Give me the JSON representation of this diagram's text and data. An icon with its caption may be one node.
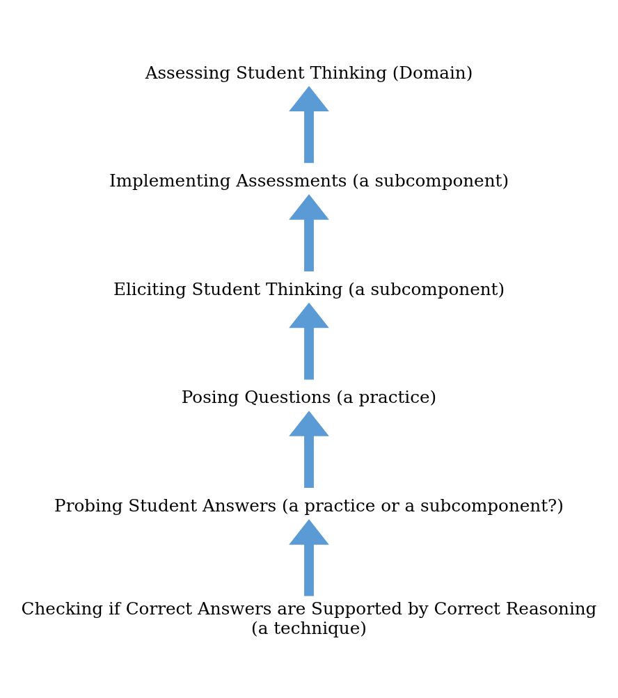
{
  "diagram": {
    "nodes": [
      {
        "text": [
          "Assessing Student Thinking (Domain)"
        ]
      },
      {
        "text": [
          "Implementing Assessments (a subcomponent)"
        ]
      },
      {
        "text": [
          "Eliciting Student Thinking (a subcomponent)"
        ]
      },
      {
        "text": [
          "Posing Questions (a practice)"
        ]
      },
      {
        "text": [
          "Probing Student Answers (a practice or a subcomponent?)"
        ]
      },
      {
        "text": [
          "Checking if Correct Answers are Supported by Correct Reasoning (a technique)"
        ]
      }
    ],
    "edges": [
      {
        "from": 5,
        "to": 4,
        "arrow": "to"
      },
      {
        "from": 4,
        "to": 3,
        "arrow": "to"
      },
      {
        "from": 3,
        "to": 2,
        "arrow": "to"
      },
      {
        "from": 2,
        "to": 1,
        "arrow": "to"
      },
      {
        "from": 1,
        "to": 0,
        "arrow": "to"
      }
    ]
  }
}
